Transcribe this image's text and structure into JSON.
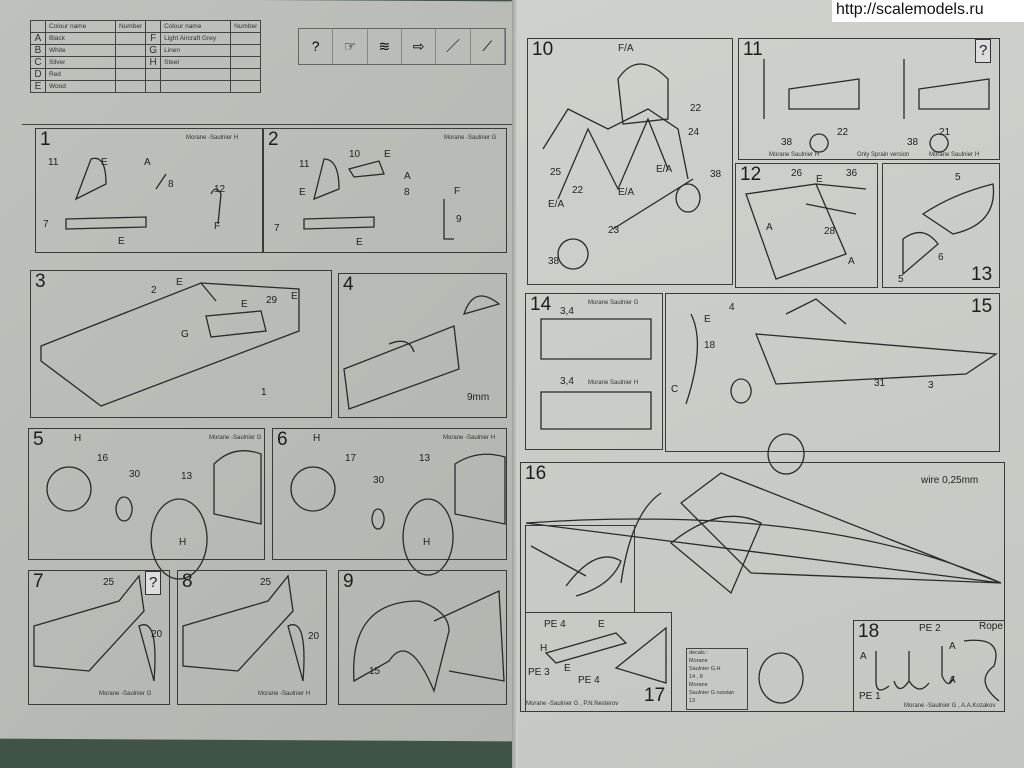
{
  "watermark": "http://scalemodels.ru",
  "colour_table": {
    "headers": {
      "colour_name": "Colour name",
      "number": "Number"
    },
    "left": [
      {
        "letter": "A",
        "name": "Black"
      },
      {
        "letter": "B",
        "name": "White"
      },
      {
        "letter": "C",
        "name": "Silver"
      },
      {
        "letter": "D",
        "name": "Red"
      },
      {
        "letter": "E",
        "name": "Wood"
      }
    ],
    "right": [
      {
        "letter": "F",
        "name": "Light Aircraft Grey"
      },
      {
        "letter": "G",
        "name": "Linen"
      },
      {
        "letter": "H",
        "name": "Steel"
      }
    ]
  },
  "symbols": [
    "?",
    "☞",
    "≋",
    "⇨",
    "／",
    "⟋"
  ],
  "panels": {
    "p1": {
      "num": "1",
      "title": "Morane -Saulnier H",
      "labels": [
        "11",
        "E",
        "A",
        "8",
        "12",
        "7",
        "E",
        "F"
      ]
    },
    "p2": {
      "num": "2",
      "title": "Morane -Saulnier G",
      "labels": [
        "10",
        "E",
        "11",
        "E",
        "A",
        "8",
        "F",
        "7",
        "E",
        "9"
      ]
    },
    "p3": {
      "num": "3",
      "labels": [
        "2",
        "E",
        "E",
        "G",
        "29",
        "E",
        "1"
      ]
    },
    "p4": {
      "num": "4",
      "labels": [
        "9mm"
      ]
    },
    "p5": {
      "num": "5",
      "title": "Morane -Saulnier G",
      "labels": [
        "H",
        "16",
        "30",
        "13",
        "H"
      ]
    },
    "p6": {
      "num": "6",
      "title": "Morane -Saulnier H",
      "labels": [
        "H",
        "17",
        "30",
        "13",
        "H"
      ]
    },
    "p7": {
      "num": "7",
      "title": "Morane -Saulnier G",
      "labels": [
        "25",
        "20"
      ],
      "badge": "?"
    },
    "p8": {
      "num": "8",
      "title": "Morane -Saulnier H",
      "labels": [
        "25",
        "20"
      ]
    },
    "p9": {
      "num": "9",
      "labels": [
        "15"
      ]
    },
    "p10": {
      "num": "10",
      "labels": [
        "F/A",
        "E/A",
        "22",
        "24",
        "25",
        "22",
        "E/A",
        "E/A",
        "38",
        "23",
        "38"
      ]
    },
    "p11": {
      "num": "11",
      "badge": "?",
      "labels": [
        "38",
        "22",
        "38",
        "21"
      ],
      "captions": [
        "Morane Saulnier H",
        "Only Sprain version",
        "Morane Saulnier H"
      ]
    },
    "p12": {
      "num": "12",
      "labels": [
        "26",
        "E",
        "36",
        "A",
        "28",
        "A"
      ]
    },
    "p13": {
      "num": "13",
      "labels": [
        "5",
        "6",
        "5"
      ]
    },
    "p14": {
      "num": "14",
      "labels": [
        "3,4",
        "3,4"
      ],
      "captions": [
        "Morane Saulnier G",
        "Morane Saulnier H"
      ]
    },
    "p15": {
      "num": "15",
      "labels": [
        "E",
        "4",
        "18",
        "C",
        "31",
        "3"
      ]
    },
    "p16": {
      "num": "16",
      "labels": [
        "wire 0,25mm"
      ]
    },
    "p17": {
      "num": "17",
      "title": "Morane -Saulnier G , P.N.Nesterov",
      "labels": [
        "PE 4",
        "E",
        "H",
        "PE 3",
        "E",
        "PE 4"
      ]
    },
    "p18": {
      "num": "18",
      "title": "Morane -Saulnier G , A.A.Kozakov",
      "labels": [
        "PE 2",
        "Rope",
        "A",
        "A",
        "A",
        "PE 1"
      ]
    },
    "decals": [
      "decals :",
      "Morane",
      "Saulnier G,H",
      "14 , 8",
      "Morane",
      "Saulnier G russian",
      "13"
    ]
  }
}
